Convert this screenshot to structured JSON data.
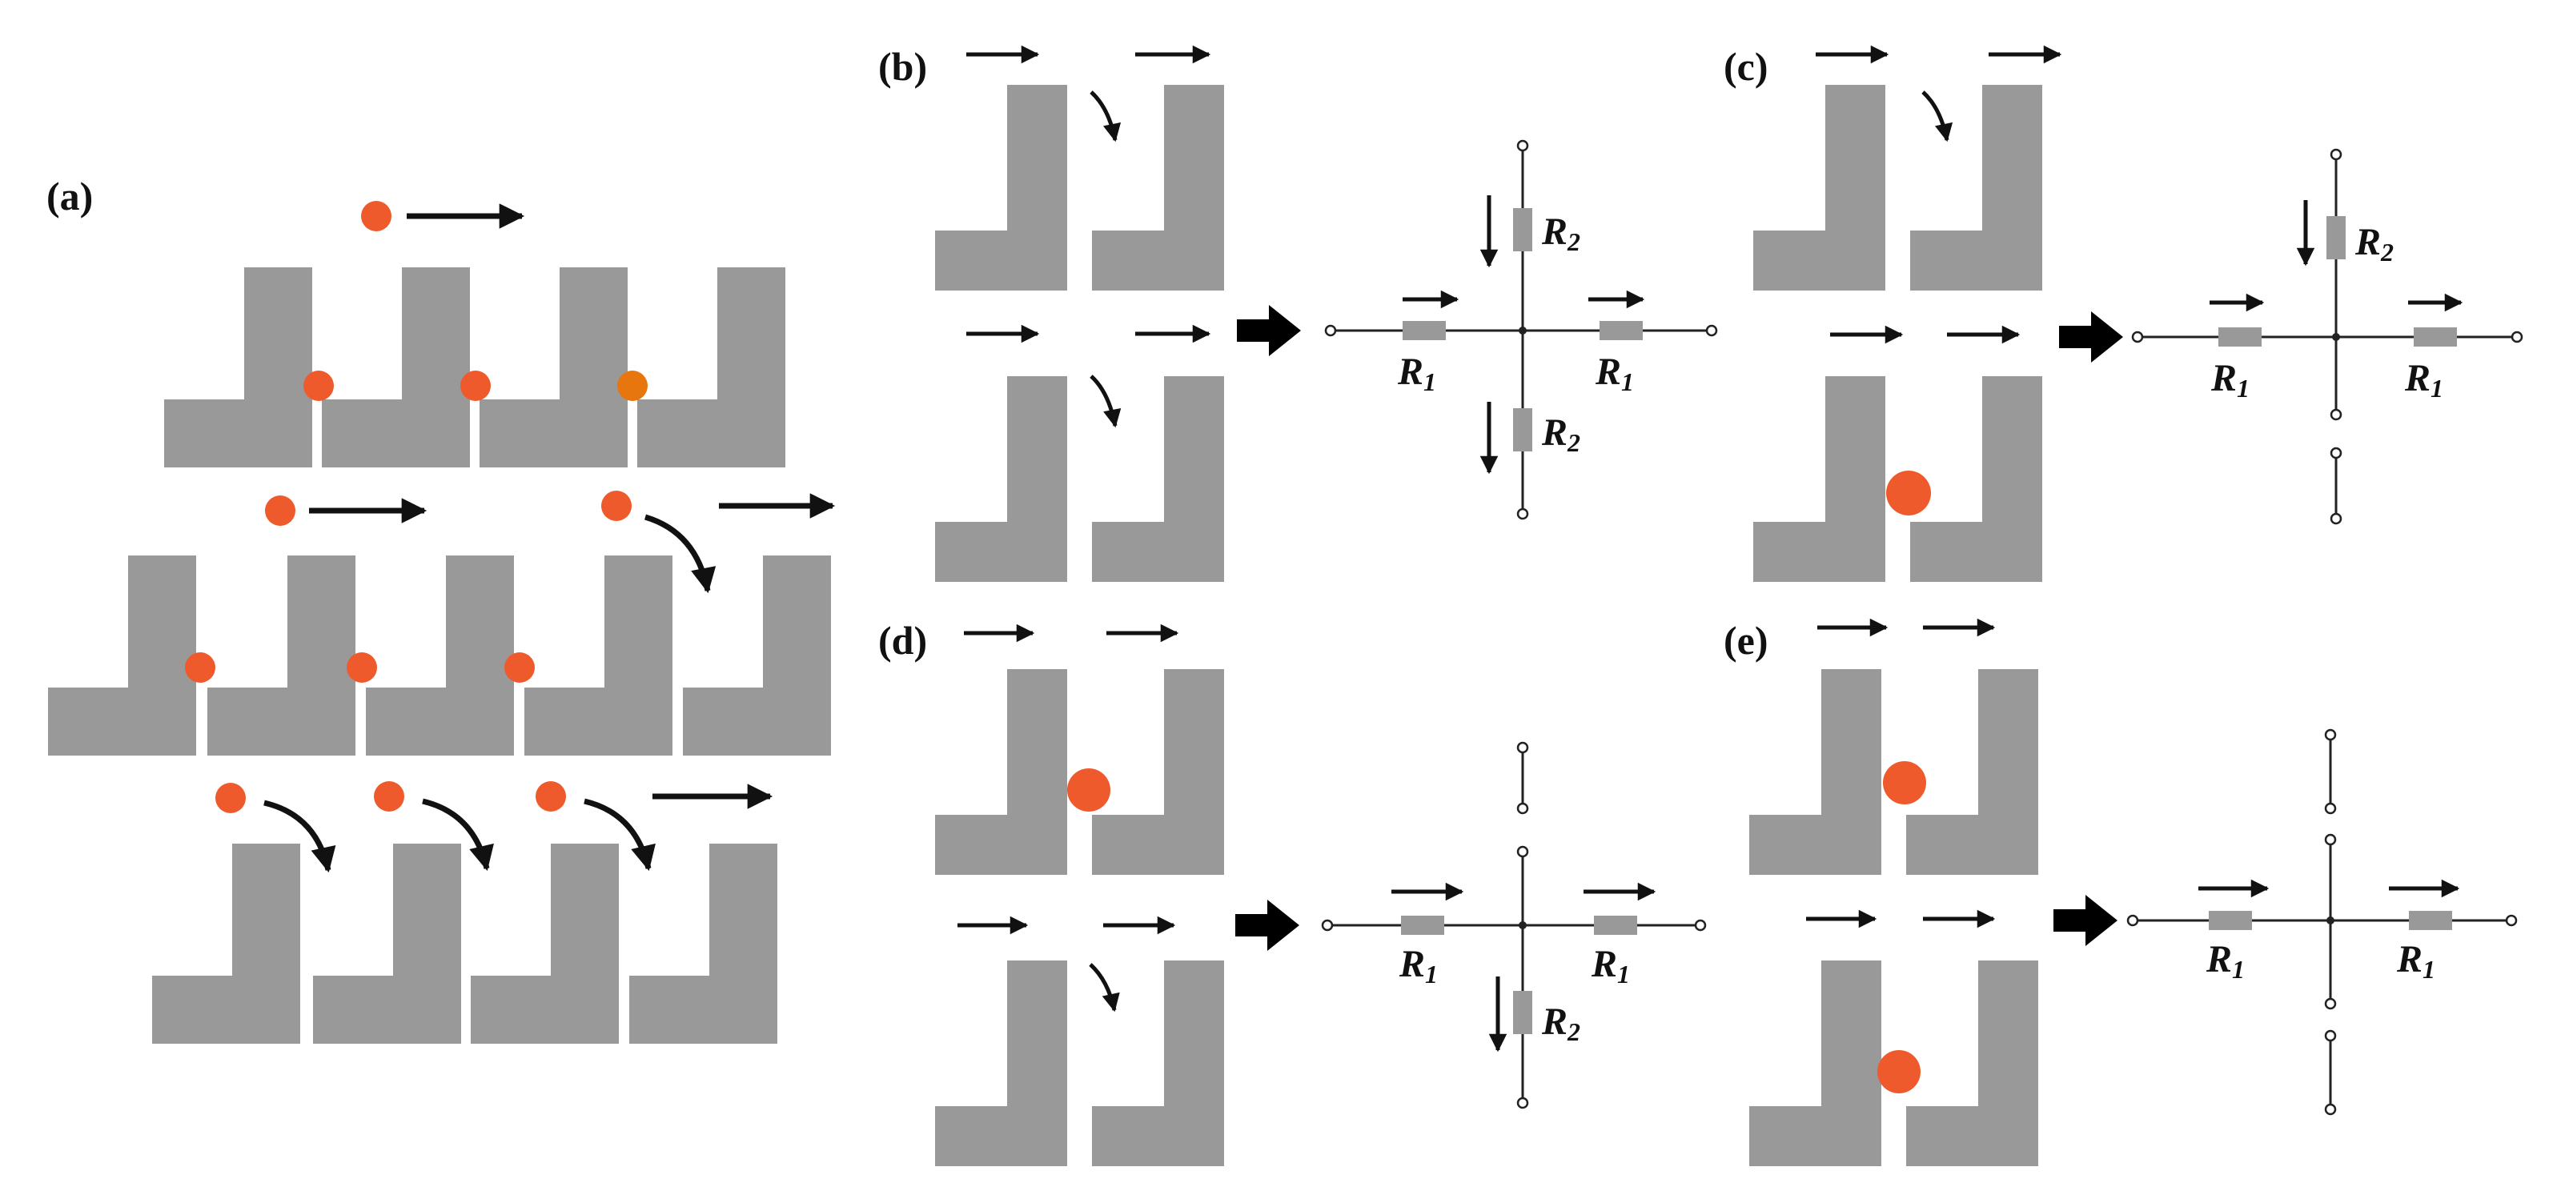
{
  "panels": {
    "a": "(a)",
    "b": "(b)",
    "c": "(c)",
    "d": "(d)",
    "e": "(e)"
  },
  "resistors": {
    "r1": "R",
    "r1_sub": "1",
    "r2": "R",
    "r2_sub": "2"
  },
  "colors": {
    "block": "#999999",
    "particle": "#ee5a2b",
    "particle_alt": "#e8760f",
    "arrow": "#111111",
    "wire": "#222222"
  }
}
